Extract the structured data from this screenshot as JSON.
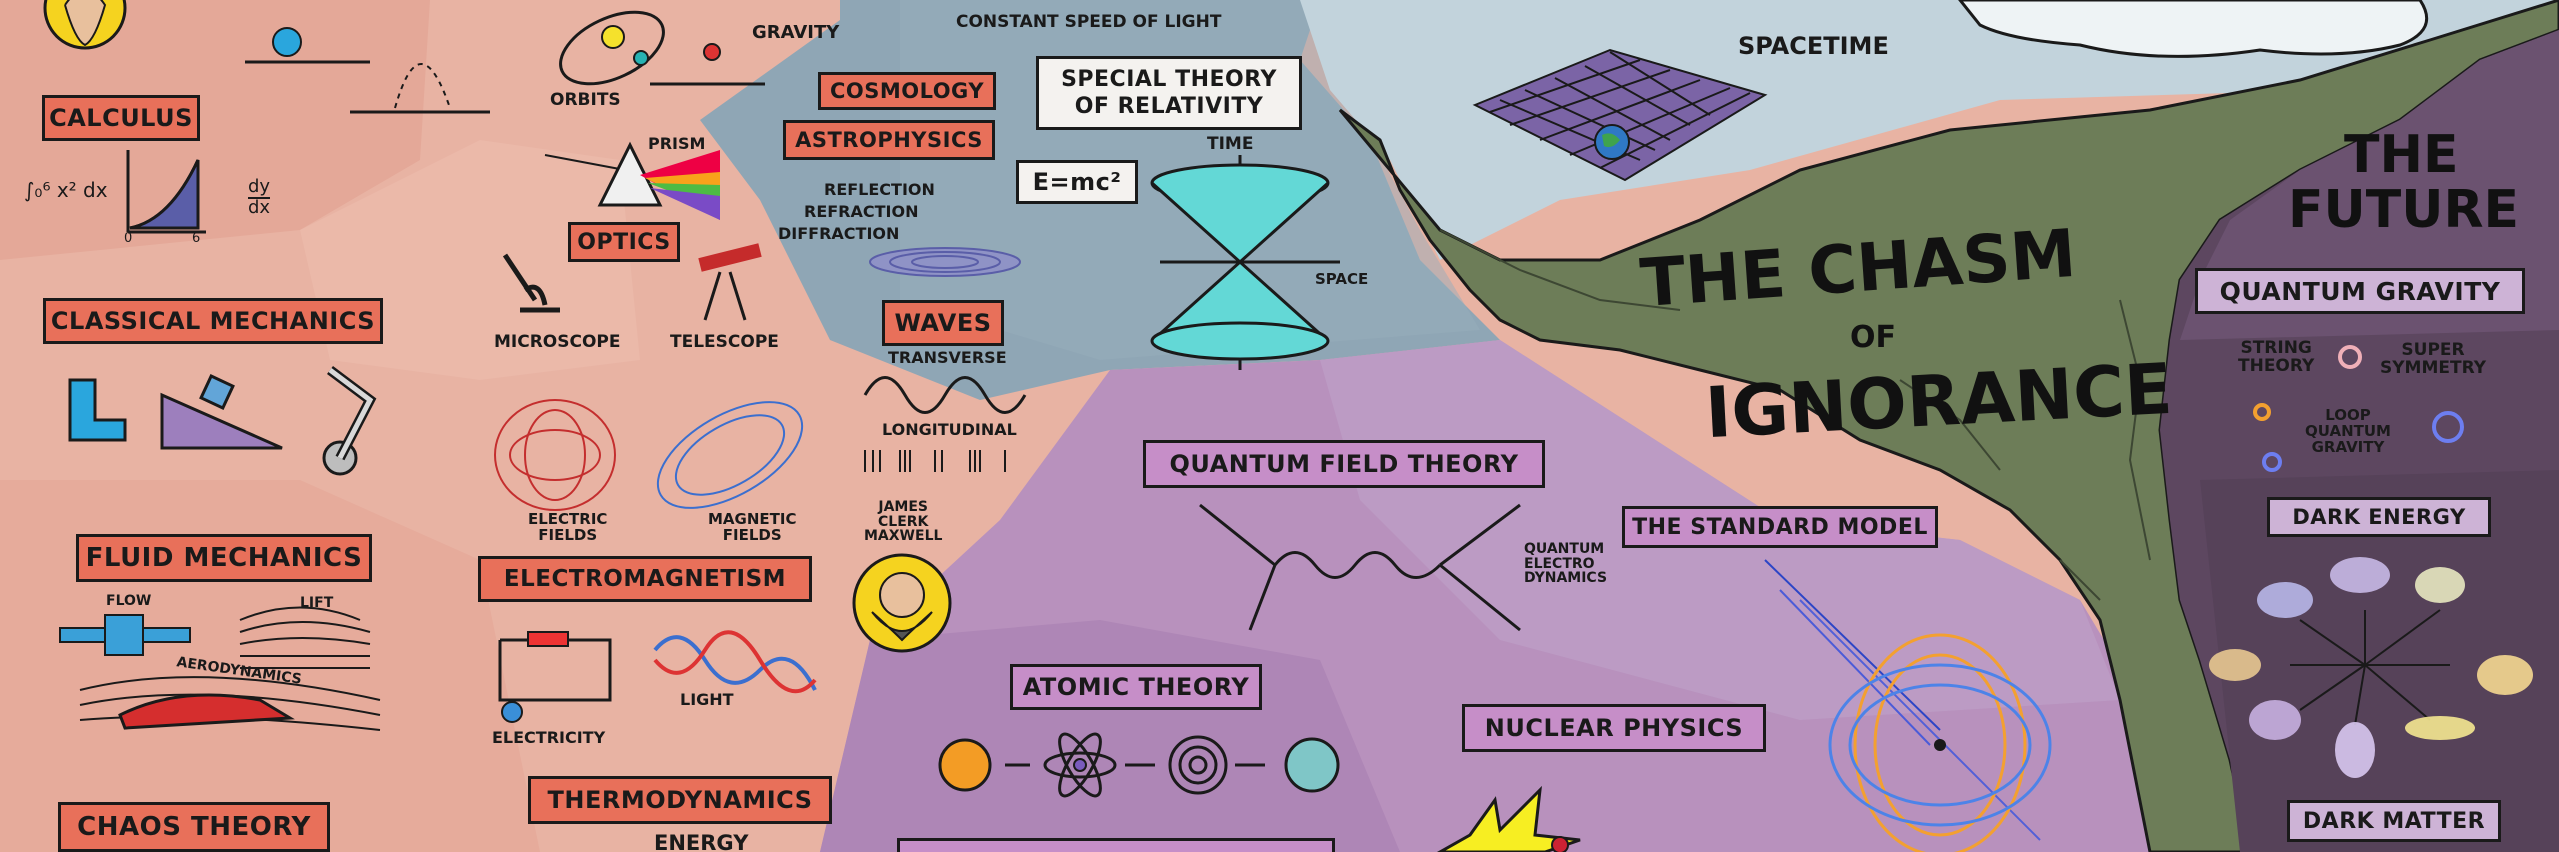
{
  "regions": {
    "calculus": "CALCULUS",
    "classical_mechanics": "CLASSICAL MECHANICS",
    "fluid_mechanics": "FLUID MECHANICS",
    "chaos_theory": "CHAOS THEORY",
    "cosmology": "COSMOLOGY",
    "astrophysics": "ASTROPHYSICS",
    "optics": "OPTICS",
    "waves": "WAVES",
    "electromagnetism": "ELECTROMAGNETISM",
    "thermodynamics": "THERMODYNAMICS",
    "special_relativity_line1": "SPECIAL THEORY",
    "special_relativity_line2": "OF RELATIVITY",
    "quantum_field_theory": "QUANTUM FIELD THEORY",
    "standard_model": "THE STANDARD MODEL",
    "atomic_theory": "ATOMIC THEORY",
    "nuclear_physics": "NUCLEAR PHYSICS",
    "quantum_gravity": "QUANTUM GRAVITY",
    "dark_energy": "DARK ENERGY",
    "dark_matter": "DARK MATTER"
  },
  "annotations": {
    "gravity": "GRAVITY",
    "orbits": "ORBITS",
    "prism": "PRISM",
    "reflection": "REFLECTION",
    "refraction": "REFRACTION",
    "diffraction": "DIFFRACTION",
    "microscope": "MICROSCOPE",
    "telescope": "TELESCOPE",
    "transverse": "TRANSVERSE",
    "longitudinal": "LONGITUDINAL",
    "james": "JAMES",
    "clerk": "CLERK",
    "maxwell": "MAXWELL",
    "electric1": "ELECTRIC",
    "electric2": "FIELDS",
    "magnetic1": "MAGNETIC",
    "magnetic2": "FIELDS",
    "flow": "FLOW",
    "lift": "LIFT",
    "aerodynamics": "AERODYNAMICS",
    "electricity": "ELECTRICITY",
    "light": "LIGHT",
    "energy": "ENERGY",
    "constant_speed": "CONSTANT SPEED OF LIGHT",
    "emc2": "E=mc²",
    "time": "TIME",
    "space": "SPACE",
    "spacetime": "SPACETIME",
    "qed1": "QUANTUM",
    "qed2": "ELECTRO",
    "qed3": "DYNAMICS",
    "string1": "STRING",
    "string2": "THEORY",
    "super1": "SUPER",
    "super2": "SYMMETRY",
    "loop1": "LOOP",
    "loop2": "QUANTUM",
    "loop3": "GRAVITY",
    "integral": "∫₀⁶ x² dx",
    "dydx_top": "dy",
    "dydx_bot": "dx",
    "tick0": "0",
    "tick6": "6"
  },
  "chasm": {
    "line1": "THE CHASM",
    "line2": "OF",
    "line3": "IGNORANCE"
  },
  "future": {
    "line1": "THE",
    "line2": "FUTURE"
  },
  "colors": {
    "classical_bg": "#e8b3a3",
    "relativity_bg": "#8fa6b5",
    "quantum_bg": "#b891bd",
    "sky": "#c2d3dc",
    "chasm_green": "#6d7d58",
    "future_bg": "#5d4760",
    "label_orange": "#e8705a",
    "label_purple": "#c68ec8"
  }
}
